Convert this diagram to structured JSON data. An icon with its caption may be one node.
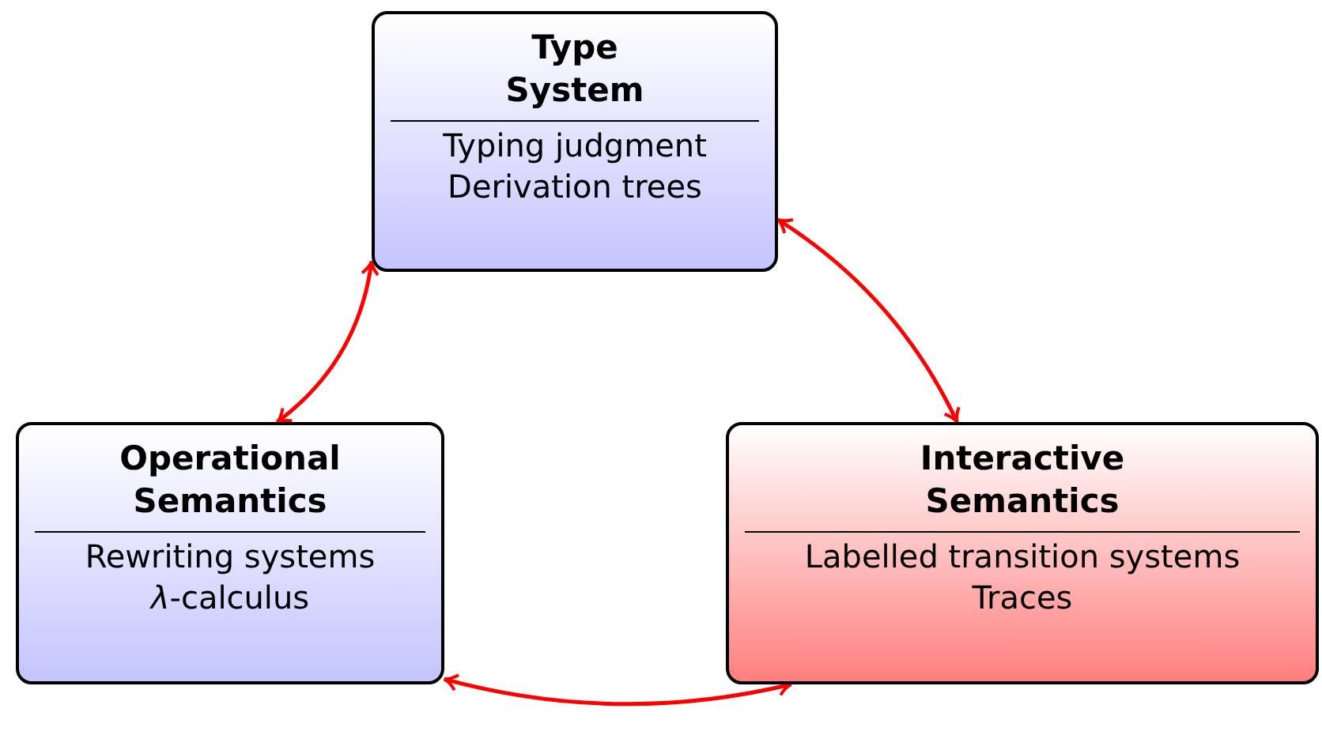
{
  "diagram": {
    "nodes": [
      {
        "text": [
          "Type System",
          "Typing judgment",
          "Derivation trees"
        ]
      },
      {
        "text": [
          "Operational Semantics",
          "Rewriting systems",
          "*λ*-calculus"
        ]
      },
      {
        "text": [
          "Interactive Semantics",
          "Labelled transition systems",
          "Traces"
        ]
      }
    ],
    "edges": [
      {
        "from": 0,
        "to": 1,
        "arrow": "both"
      },
      {
        "from": 0,
        "to": 2,
        "arrow": "both"
      },
      {
        "from": 1,
        "to": 2,
        "arrow": "both"
      }
    ]
  }
}
